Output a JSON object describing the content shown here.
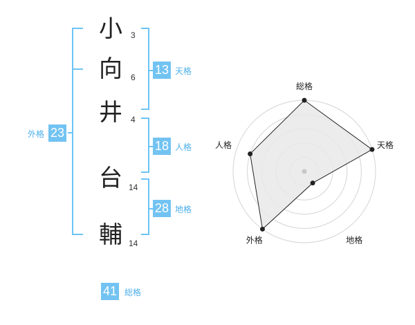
{
  "name_chars": [
    {
      "char": "小",
      "strokes": "3"
    },
    {
      "char": "向",
      "strokes": "6"
    },
    {
      "char": "井",
      "strokes": "4"
    },
    {
      "char": "台",
      "strokes": "14"
    },
    {
      "char": "輔",
      "strokes": "14"
    }
  ],
  "fortune": {
    "tenkaku": {
      "label": "天格",
      "value": "13"
    },
    "jinkaku": {
      "label": "人格",
      "value": "18"
    },
    "chikaku": {
      "label": "地格",
      "value": "28"
    },
    "gaikaku": {
      "label": "外格",
      "value": "23"
    },
    "soukaku": {
      "label": "総格",
      "value": "41"
    }
  },
  "colors": {
    "accent": "#72c3f2",
    "bracket": "#6cc3f5",
    "label": "#4fb0ea",
    "radar_fill": "#e9e9e9",
    "radar_line": "#222222"
  },
  "chart_data": {
    "type": "radar",
    "axes": [
      "総格",
      "天格",
      "地格",
      "外格",
      "人格"
    ],
    "levels": 5,
    "range": [
      0,
      5
    ],
    "values": [
      5,
      5,
      1,
      5,
      4
    ]
  }
}
